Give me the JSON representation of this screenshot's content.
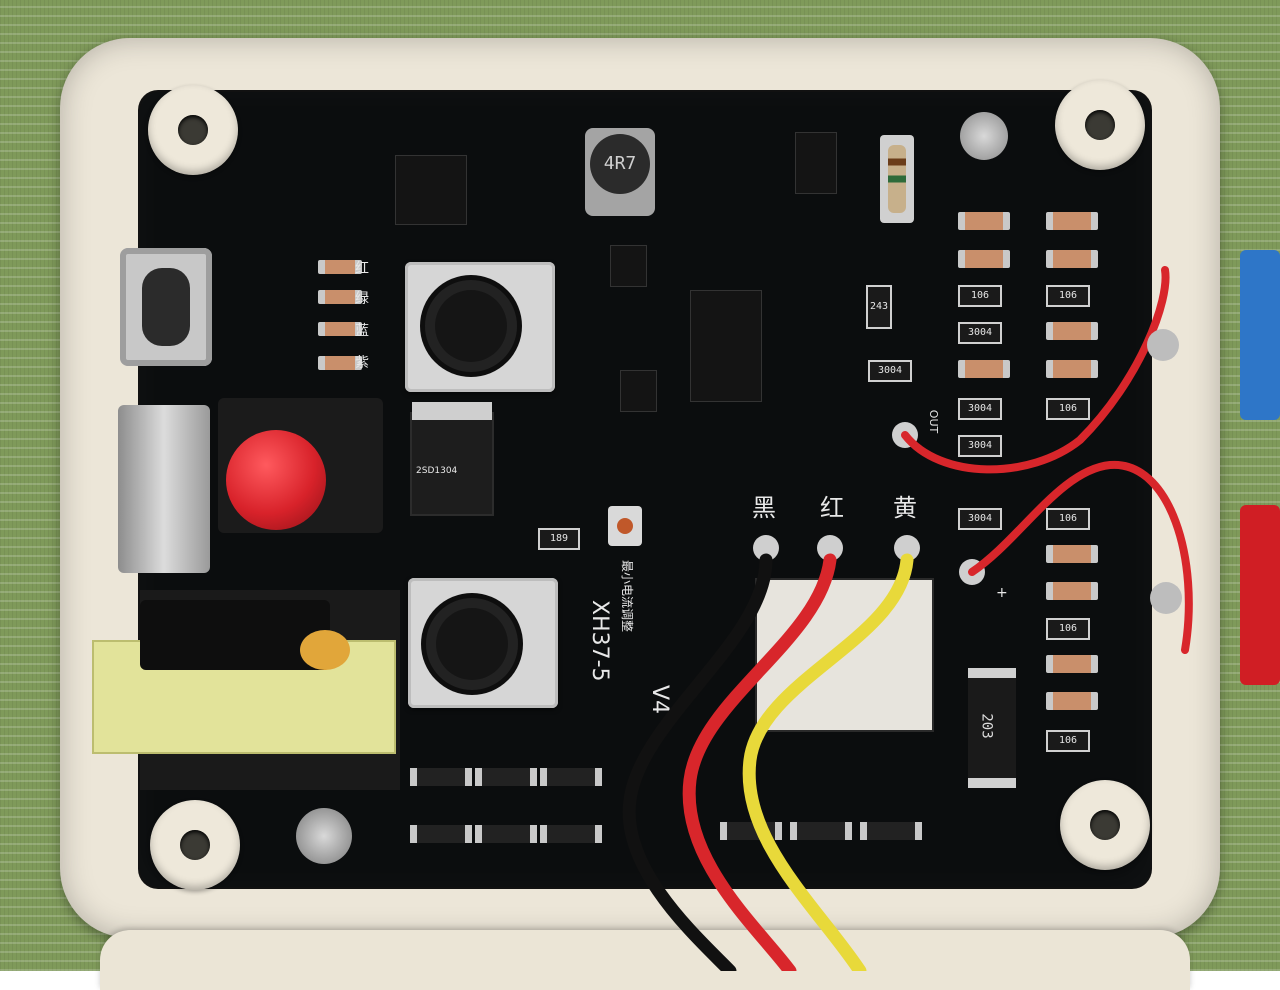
{
  "board": {
    "model_label": "XH37-5",
    "version_label": "V4",
    "adjust_label": "最小电流调整",
    "out_label": "OUT",
    "plus_label": "+",
    "wire_labels": [
      "黑",
      "红",
      "黄"
    ],
    "led_labels": [
      "红",
      "绿",
      "蓝",
      "紫"
    ],
    "inductor_marking": "4R7",
    "resistor_marking_main": "203",
    "resistor_marking_small": "243",
    "transistor_marking": "2SD1304",
    "smd_markings": [
      "106",
      "3004",
      "106",
      "3004",
      "106",
      "3004",
      "106",
      "3004",
      "106"
    ],
    "diode_marking": "189"
  },
  "colors": {
    "board": "#0b0d0e",
    "enclosure": "#ece6d8",
    "mat": "#7f9a5a",
    "wire_black": "#111111",
    "wire_red": "#d8262b",
    "wire_yellow": "#e8d93a",
    "button_red": "#d8222a",
    "transformer_yellow": "#e2e39a"
  }
}
